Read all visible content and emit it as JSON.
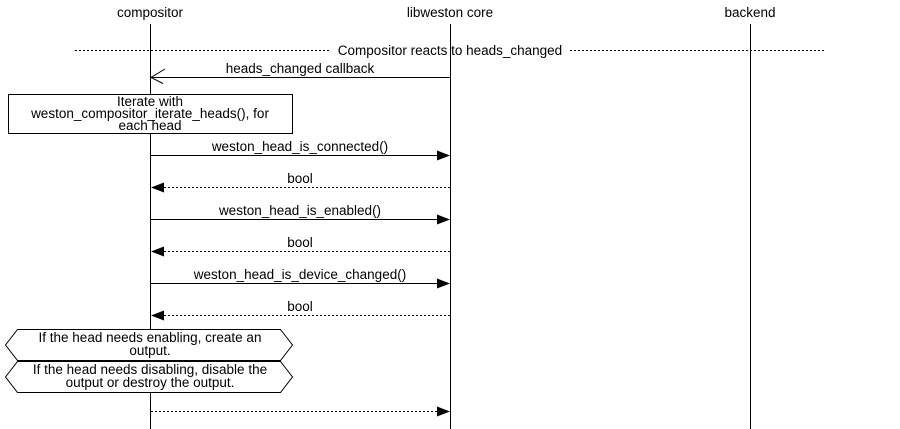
{
  "colors": {
    "foreground": "#000000",
    "background": "#ffffff"
  },
  "diagram": {
    "participants": [
      {
        "label": "compositor"
      },
      {
        "label": "libweston core"
      },
      {
        "label": "backend"
      }
    ],
    "divider": {
      "label": "Compositor reacts to heads_changed"
    },
    "messages": [
      {
        "label": "heads_changed callback",
        "from": "libweston core",
        "to": "compositor",
        "line": "solid",
        "arrowhead": "open"
      },
      {
        "label": "weston_head_is_connected()",
        "from": "compositor",
        "to": "libweston core",
        "line": "solid",
        "arrowhead": "filled"
      },
      {
        "label": "bool",
        "from": "libweston core",
        "to": "compositor",
        "line": "dotted",
        "arrowhead": "filled"
      },
      {
        "label": "weston_head_is_enabled()",
        "from": "compositor",
        "to": "libweston core",
        "line": "solid",
        "arrowhead": "filled"
      },
      {
        "label": "bool",
        "from": "libweston core",
        "to": "compositor",
        "line": "dotted",
        "arrowhead": "filled"
      },
      {
        "label": "weston_head_is_device_changed()",
        "from": "compositor",
        "to": "libweston core",
        "line": "solid",
        "arrowhead": "filled"
      },
      {
        "label": "bool",
        "from": "libweston core",
        "to": "compositor",
        "line": "dotted",
        "arrowhead": "filled"
      },
      {
        "label": "",
        "from": "compositor",
        "to": "libweston core",
        "line": "dotted",
        "arrowhead": "filled"
      }
    ],
    "note_box": {
      "lines": [
        "Iterate with",
        "weston_compositor_iterate_heads(), for",
        "each head"
      ]
    },
    "condition_notes": [
      {
        "lines": [
          "If the head needs enabling, create an",
          "output."
        ]
      },
      {
        "lines": [
          "If the head needs disabling, disable the",
          "output or destroy the output."
        ]
      }
    ]
  }
}
